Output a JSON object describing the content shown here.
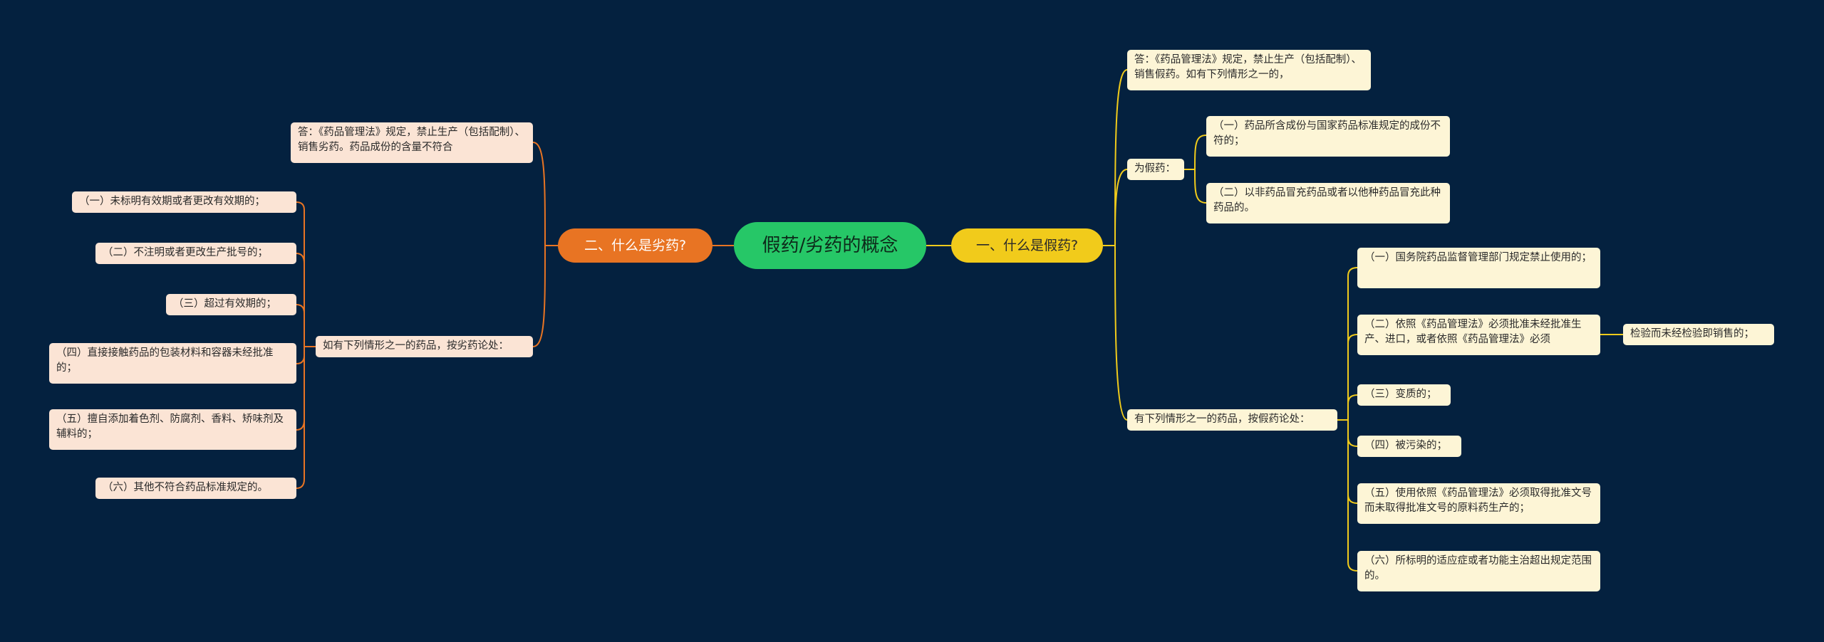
{
  "root": {
    "label": "假药/劣药的概念"
  },
  "left_branch": {
    "label": "二、什么是劣药?",
    "answer": "答：《药品管理法》规定，禁止生产（包括配制）、销售劣药。药品成份的含量不符合",
    "condition": "如有下列情形之一的药品，按劣药论处：",
    "items": [
      "（一）未标明有效期或者更改有效期的；",
      "（二）不注明或者更改生产批号的；",
      "（三）超过有效期的；",
      "（四）直接接触药品的包装材料和容器未经批准的；",
      "（五）擅自添加着色剂、防腐剂、香料、矫味剂及辅料的；",
      "（六）其他不符合药品标准规定的。"
    ]
  },
  "right_branch": {
    "label": "一、什么是假药?",
    "answer": "答：《药品管理法》规定，禁止生产（包括配制）、销售假药。如有下列情形之一的，",
    "fake_label": "为假药：",
    "fake_items": [
      "（一）药品所含成份与国家药品标准规定的成份不符的；",
      "（二）以非药品冒充药品或者以他种药品冒充此种药品的。"
    ],
    "condition": "有下列情形之一的药品，按假药论处：",
    "items": [
      "（一）国务院药品监督管理部门规定禁止使用的；",
      "（二）依照《药品管理法》必须批准未经批准生产、进口，或者依照《药品管理法》必须",
      "（三）变质的；",
      "（四）被污染的；",
      "（五）使用依照《药品管理法》必须取得批准文号而未取得批准文号的原料药生产的；",
      "（六）所标明的适应症或者功能主治超出规定范围的。"
    ],
    "item2_extra": "检验而未经检验即销售的；"
  },
  "colors": {
    "background": "#04213f",
    "root": "#26c767",
    "left_branch": "#e87423",
    "right_branch": "#f1cb1b",
    "left_leaf": "#fbe4d5",
    "right_leaf": "#fdf5d6"
  }
}
